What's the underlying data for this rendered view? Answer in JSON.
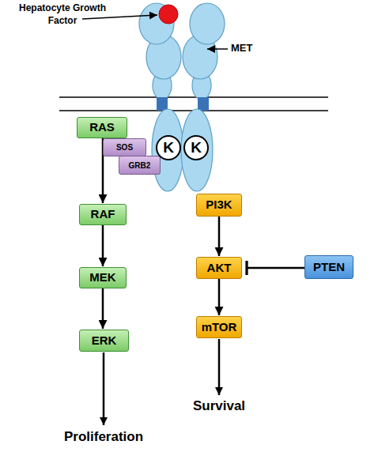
{
  "diagram": {
    "nodes": [
      {
        "text": [
          "RAS"
        ]
      },
      {
        "text": [
          "SOS"
        ]
      },
      {
        "text": [
          "GRB2"
        ]
      },
      {
        "text": [
          "K"
        ]
      },
      {
        "text": [
          "K"
        ]
      },
      {
        "text": [
          "RAF"
        ]
      },
      {
        "text": [
          "MEK"
        ]
      },
      {
        "text": [
          "ERK"
        ]
      },
      {
        "text": [
          "PI3K"
        ]
      },
      {
        "text": [
          "AKT"
        ]
      },
      {
        "text": [
          "PTEN"
        ]
      },
      {
        "text": [
          "mTOR"
        ]
      }
    ],
    "edges": [
      {
        "from": 0,
        "to": 5,
        "arrow": "to"
      },
      {
        "from": 5,
        "to": 6,
        "arrow": "to"
      },
      {
        "from": 6,
        "to": 7,
        "arrow": "to"
      },
      {
        "from": 8,
        "to": 9,
        "arrow": "to"
      },
      {
        "from": 9,
        "to": 11,
        "arrow": "to"
      },
      {
        "from": 10,
        "to": 9,
        "arrow": "to"
      }
    ],
    "labels": [
      "Hepatocyte Growth Factor",
      "MET",
      "Proliferation",
      "Survival"
    ]
  }
}
